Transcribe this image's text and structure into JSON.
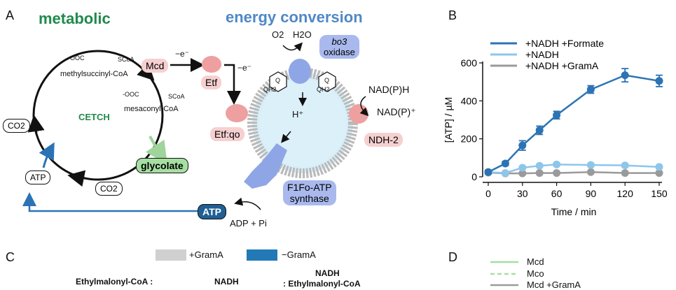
{
  "panels": {
    "a": "A",
    "b": "B",
    "c": "C",
    "d": "D"
  },
  "headings": {
    "metabolic": "metabolic",
    "energy": "energy conversion"
  },
  "cycle": {
    "center": "CETCH",
    "methylsuccinyl": "methylsuccinyl-CoA",
    "mesaconyl": "mesaconyl-CoA",
    "ooc1": "-OOC",
    "scoa1": "SCoA",
    "ooc2": "-OOC",
    "scoa2": "SCoA",
    "co2_top": "CO2",
    "co2_bottom": "CO2",
    "atp_node": "ATP",
    "glycolate": "glycolate"
  },
  "energy": {
    "mcd": "Mcd",
    "electron1": "−e⁻",
    "electron2": "−e⁻",
    "etf": "Etf",
    "etfqo": "Etf:qo",
    "o2": "O2",
    "h2o": "H2O",
    "bo3": "bo3",
    "oxidase": "oxidase",
    "q": "Q",
    "qh2": "QH2",
    "hplus": "H⁺",
    "nadph": "NAD(P)H",
    "nadp": "NAD(P)⁺",
    "ndh2": "NDH-2",
    "atp_synthase_1": "F1Fo-ATP",
    "atp_synthase_2": "synthase",
    "atp_out": "ATP",
    "adp": "ADP + Pi"
  },
  "legend_c": {
    "with": "+GramA",
    "without": "−GramA"
  },
  "legend_d": {
    "mcd": "Mcd",
    "mco": "Mco",
    "mcd_grama": "Mcd +GramA"
  },
  "c_labels": {
    "ethylmalonyl": "Ethylmalonyl-CoA :",
    "nadh": "NADH",
    "nadh2": "NADH",
    "ethylmalonyl2": ": Ethylmalonyl-CoA"
  },
  "colors": {
    "green": "#1f8a4c",
    "blue": "#3f7fbf",
    "pink": "#f3c7c7",
    "lavender": "#8fa6e6"
  },
  "chart_data": {
    "type": "line",
    "xlabel": "Time / min",
    "ylabel": "[ATP] / µM",
    "xlim": [
      0,
      150
    ],
    "ylim": [
      0,
      600
    ],
    "xticks": [
      0,
      30,
      60,
      90,
      120,
      150
    ],
    "yticks": [
      0,
      200,
      400,
      600
    ],
    "legend": "top-left",
    "series": [
      {
        "name": "+NADH +Formate",
        "color": "#2b73b4",
        "x": [
          0,
          15,
          30,
          45,
          60,
          90,
          120,
          150
        ],
        "y": [
          25,
          70,
          165,
          245,
          325,
          460,
          535,
          505
        ],
        "err": [
          10,
          10,
          25,
          22,
          20,
          20,
          35,
          30
        ]
      },
      {
        "name": "+NADH",
        "color": "#8ec6ea",
        "x": [
          0,
          15,
          30,
          45,
          60,
          90,
          120,
          150
        ],
        "y": [
          25,
          20,
          48,
          58,
          65,
          62,
          60,
          52
        ],
        "err": [
          5,
          5,
          8,
          8,
          8,
          8,
          8,
          8
        ]
      },
      {
        "name": "+NADH +GramA",
        "color": "#9a9a9a",
        "x": [
          0,
          15,
          30,
          45,
          60,
          90,
          120,
          150
        ],
        "y": [
          22,
          18,
          18,
          20,
          20,
          25,
          20,
          20
        ],
        "err": [
          3,
          3,
          3,
          3,
          3,
          3,
          3,
          3
        ]
      }
    ]
  }
}
